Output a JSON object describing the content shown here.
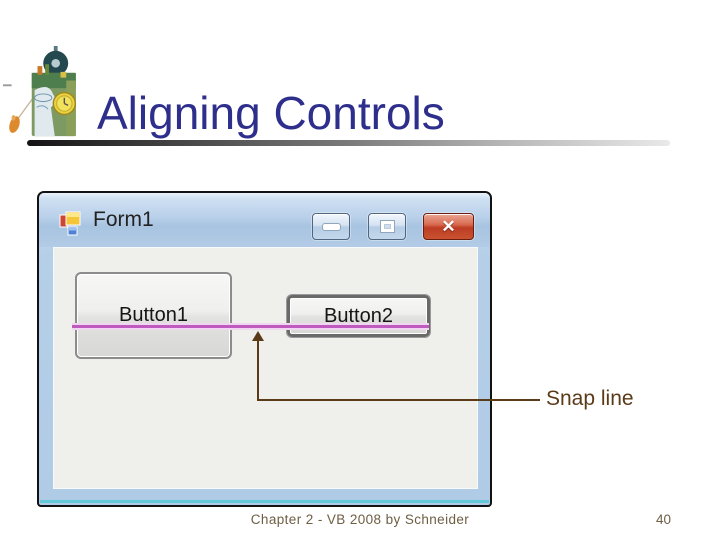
{
  "slide": {
    "title": "Aligning Controls",
    "footer_text": "Chapter 2 - VB 2008 by Schneider",
    "page_number": "40"
  },
  "form_window": {
    "title": "Form1",
    "button1_label": "Button1",
    "button2_label": "Button2",
    "caption": {
      "close_glyph": "✕"
    }
  },
  "annotation": {
    "snap_line_label": "Snap line"
  },
  "icons": {
    "form_icon": "winforms-form",
    "minimize_icon": "minimize-bar",
    "maximize_icon": "maximize-square",
    "close_icon": "close-x",
    "clipart": "time-collage-clipart"
  },
  "colors": {
    "heading_text": "#2e2e8c",
    "footer_text": "#6e5e44",
    "snap_line": "#bf5abf",
    "callout_brown": "#5b3a18",
    "titlebar_blue": "#b9d0ea",
    "client_gray": "#efefec",
    "close_red": "#bd3d24",
    "aqua_edge": "#63c9d9"
  }
}
